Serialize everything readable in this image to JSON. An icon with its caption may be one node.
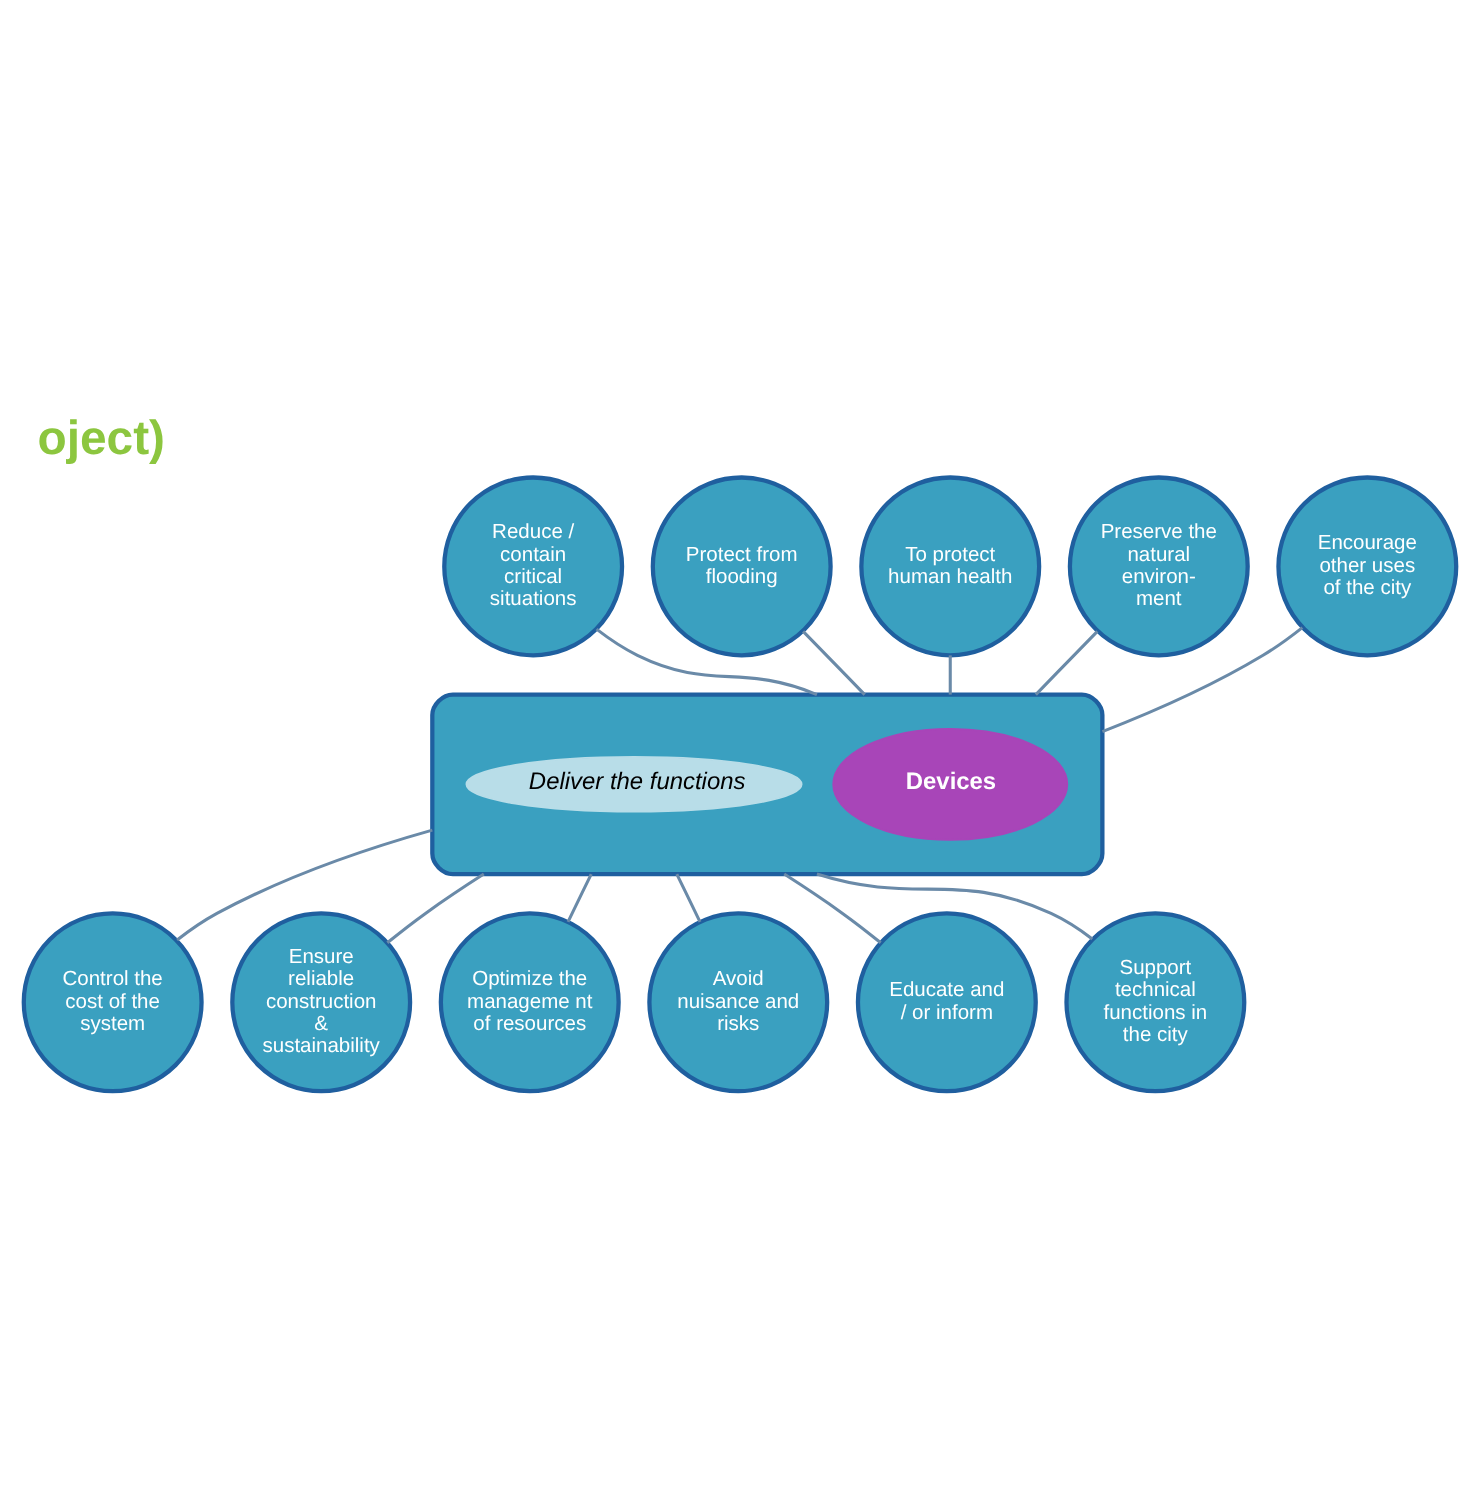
{
  "diagram": {
    "title": "oject)",
    "nodes": [
      {
        "text": [],
        "shape": "ellipse"
      },
      {
        "text": [
          "Devices"
        ],
        "in": 0
      },
      {
        "text": [
          "Deliver the functions"
        ],
        "in": 0
      },
      {
        "text": [
          "To protect human health"
        ]
      },
      {
        "text": [
          "Preserve the natural environ- ment"
        ]
      },
      {
        "text": [
          "Encourage other uses of the city"
        ]
      },
      {
        "text": [
          "Support technical functions in the city"
        ]
      },
      {
        "text": [
          "Educate and / or inform"
        ]
      },
      {
        "text": [
          "Avoid nuisance and risks"
        ]
      },
      {
        "text": [
          "Optimize the manageme nt of resources"
        ]
      },
      {
        "text": [
          "Ensure reliable construction & sustainability"
        ]
      },
      {
        "text": [
          "Control the cost of the system"
        ]
      },
      {
        "text": [
          "Reduce / contain critical situations"
        ]
      },
      {
        "text": [
          "Protect from flooding"
        ]
      }
    ],
    "edges": [
      {
        "from": 0,
        "to": 3,
        "arrow": "none"
      },
      {
        "from": 0,
        "to": 4,
        "arrow": "none"
      },
      {
        "from": 0,
        "to": 5,
        "arrow": "none"
      },
      {
        "from": 0,
        "to": 6,
        "arrow": "none"
      },
      {
        "from": 0,
        "to": 7,
        "arrow": "none"
      },
      {
        "from": 0,
        "to": 8,
        "arrow": "none"
      },
      {
        "from": 0,
        "to": 9,
        "arrow": "none"
      },
      {
        "from": 0,
        "to": 10,
        "arrow": "none"
      },
      {
        "from": 0,
        "to": 11,
        "arrow": "none"
      },
      {
        "from": 0,
        "to": 12,
        "arrow": "none"
      },
      {
        "from": 0,
        "to": 13,
        "arrow": "none"
      }
    ]
  }
}
